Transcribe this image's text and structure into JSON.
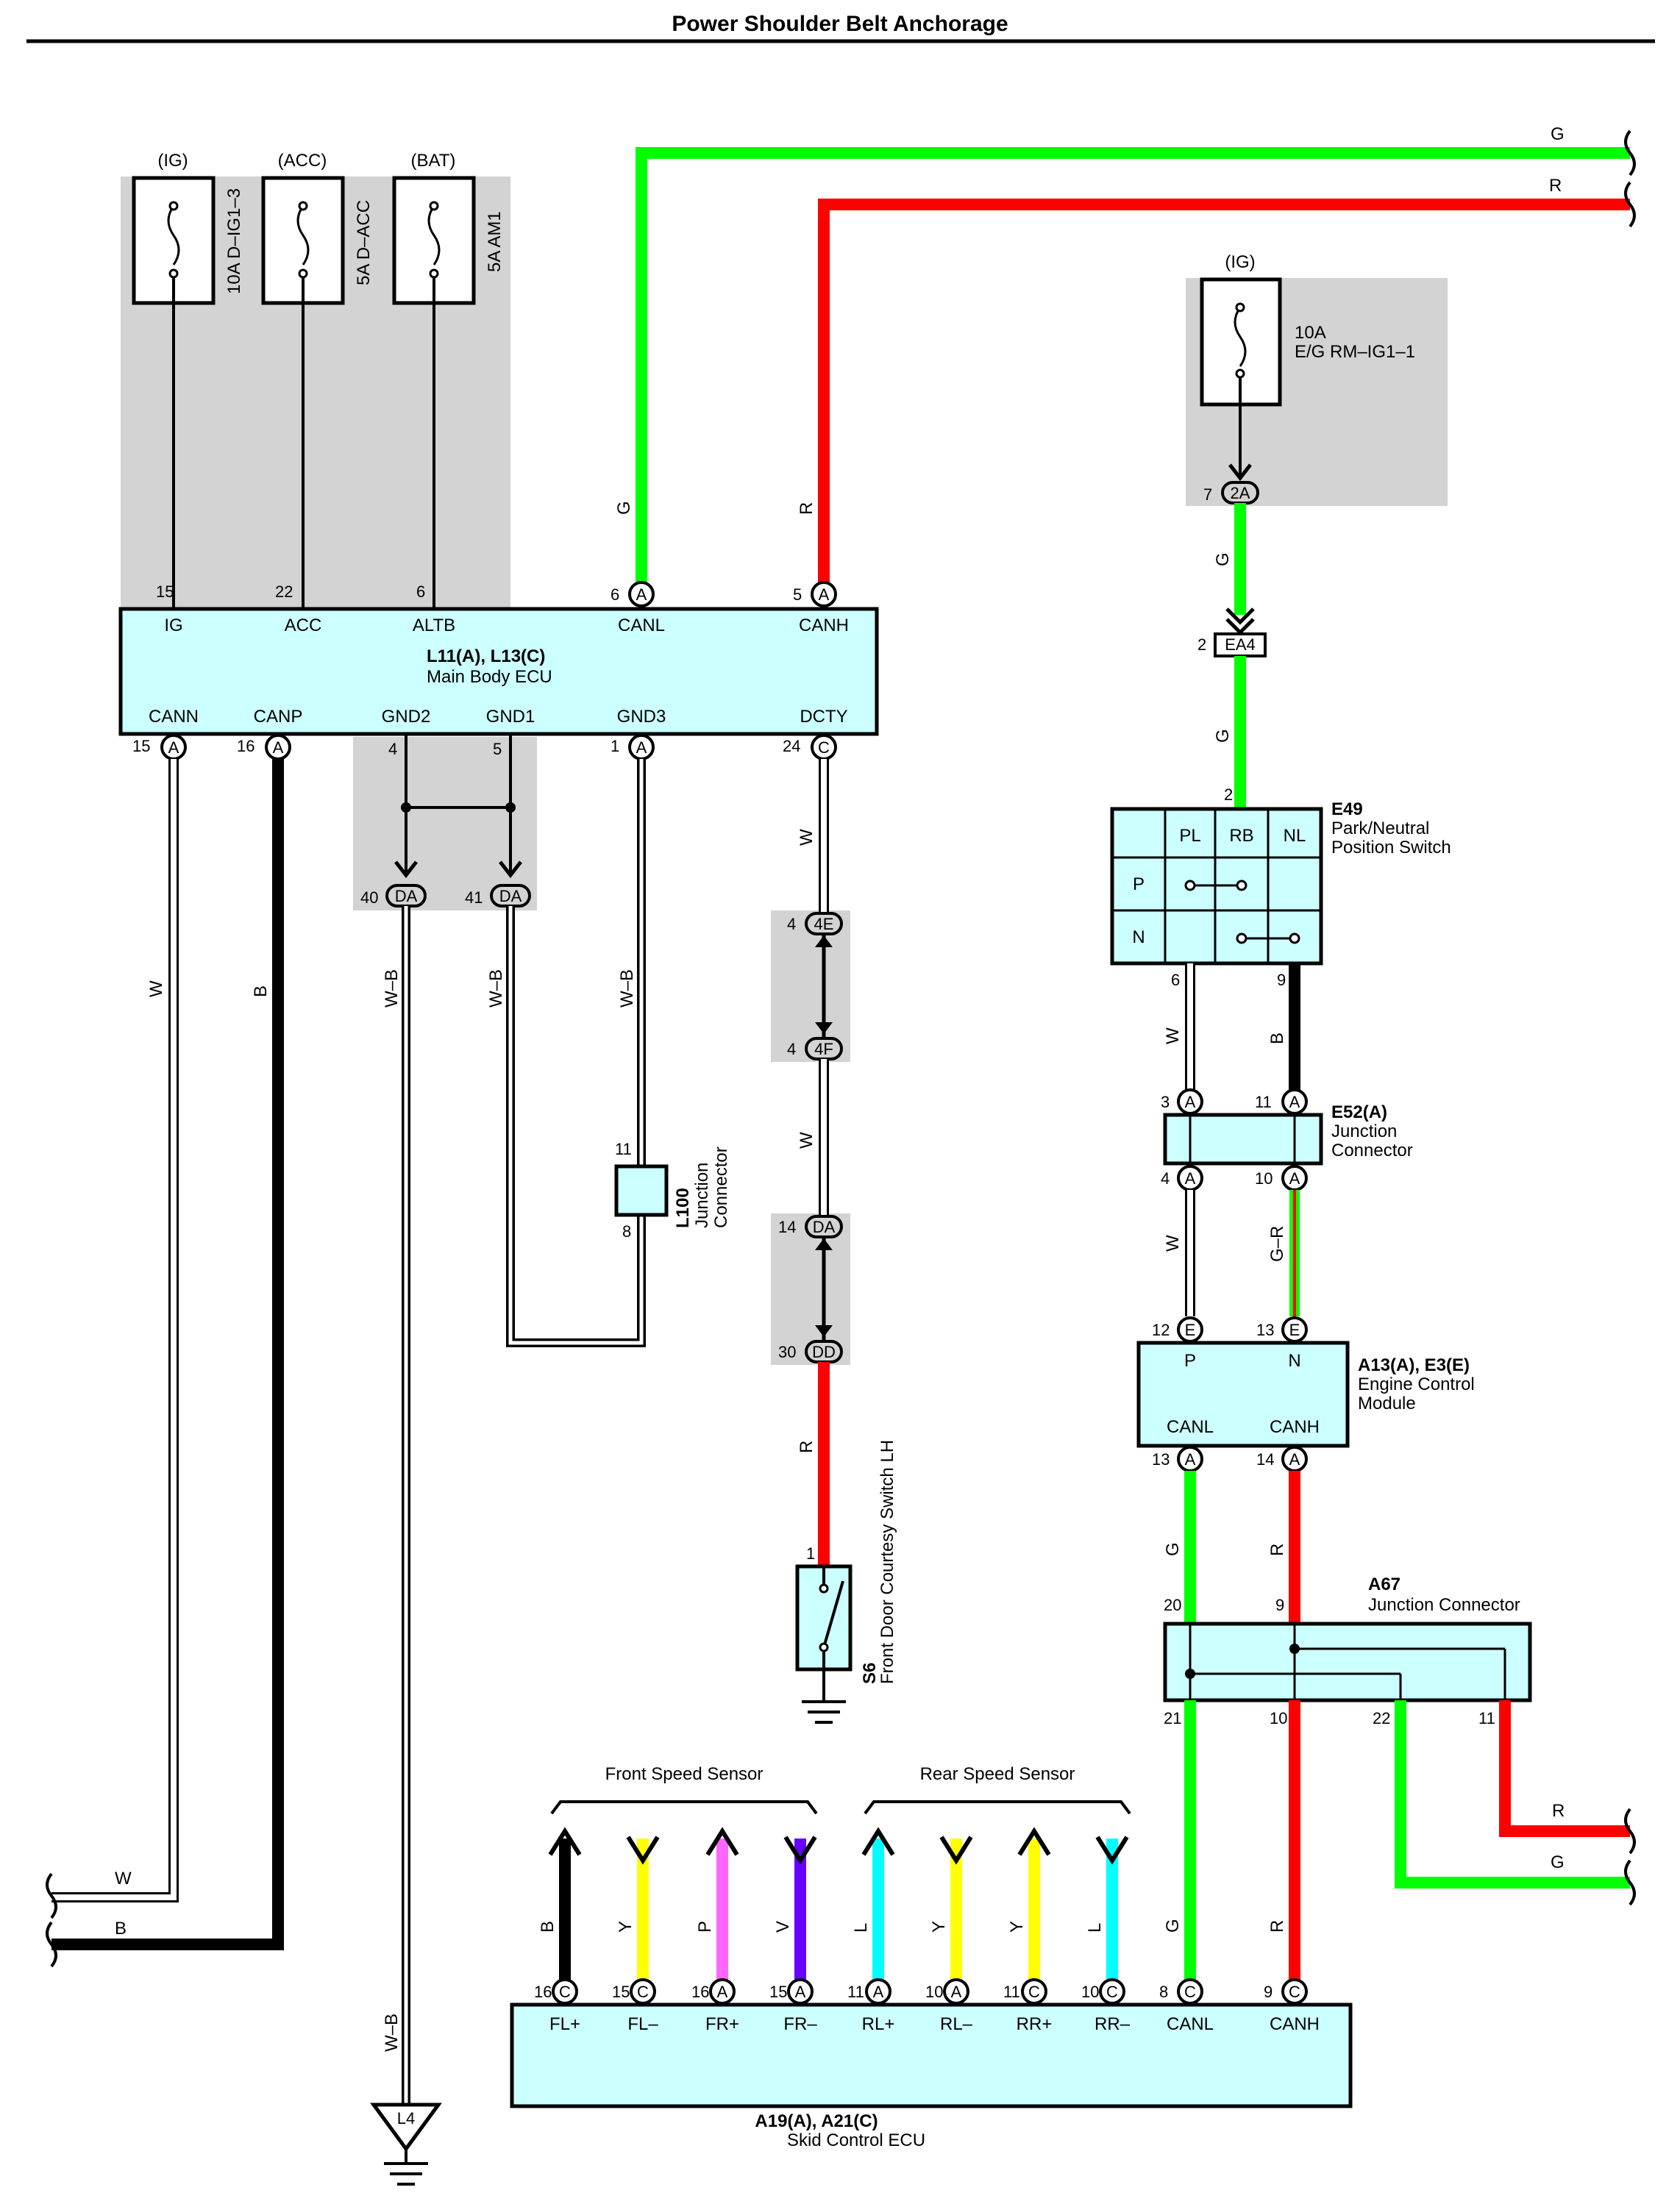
{
  "title": "Power Shoulder Belt Anchorage",
  "colors": {
    "G": "#00ff00",
    "R": "#ff0000",
    "B": "#000000",
    "Y": "#ffff00",
    "P": "#ff66ff",
    "V": "#6600ff",
    "L": "#00ffff",
    "component_fill": "#ccffff",
    "shade": "#d3d3d3"
  },
  "fuses": {
    "ig": {
      "header": "(IG)",
      "label": "10A D–IG1–3",
      "pin": "15"
    },
    "acc": {
      "header": "(ACC)",
      "label": "5A D–ACC",
      "pin": "22"
    },
    "bat": {
      "header": "(BAT)",
      "label": "5A AM1",
      "pin": "6"
    },
    "eg": {
      "header": "(IG)",
      "label_line1": "10A",
      "label_line2": "E/G RM–IG1–1"
    }
  },
  "main_body_ecu": {
    "code": "L11(A), L13(C)",
    "name": "Main Body ECU",
    "top_terminals": [
      {
        "label": "IG",
        "pin": "15"
      },
      {
        "label": "ACC",
        "pin": "22"
      },
      {
        "label": "ALTB",
        "pin": "6"
      },
      {
        "label": "CANL",
        "pin": "6",
        "conn": "A"
      },
      {
        "label": "CANH",
        "pin": "5",
        "conn": "A"
      }
    ],
    "bottom_terminals": [
      {
        "label": "CANN",
        "pin": "15",
        "conn": "A"
      },
      {
        "label": "CANP",
        "pin": "16",
        "conn": "A"
      },
      {
        "label": "GND2",
        "pin": "4"
      },
      {
        "label": "GND1",
        "pin": "5"
      },
      {
        "label": "GND3",
        "pin": "1",
        "conn": "A"
      },
      {
        "label": "DCTY",
        "pin": "24",
        "conn": "C"
      }
    ]
  },
  "wires": {
    "W": "W",
    "B": "B",
    "WB": "W–B",
    "G": "G",
    "R": "R",
    "GR": "G–R",
    "Y": "Y",
    "P": "P",
    "V": "V",
    "L": "L"
  },
  "connectors": {
    "da40": {
      "pin": "40",
      "conn": "DA"
    },
    "da41": {
      "pin": "41",
      "conn": "DA"
    },
    "e4": {
      "pin": "4",
      "conn": "4E"
    },
    "f4": {
      "pin": "4",
      "conn": "4F"
    },
    "da14": {
      "pin": "14",
      "conn": "DA"
    },
    "dd30": {
      "pin": "30",
      "conn": "DD"
    },
    "c2a": {
      "pin": "7",
      "conn": "2A"
    },
    "ea4": {
      "pin": "2",
      "conn": "EA4"
    },
    "ground_l4": "L4"
  },
  "l100": {
    "code": "L100",
    "name_line1": "Junction",
    "name_line2": "Connector",
    "pin_top": "11",
    "pin_bottom": "8"
  },
  "s6": {
    "code": "S6",
    "name": "Front Door Courtesy Switch LH",
    "pin": "1"
  },
  "e49": {
    "code": "E49",
    "name_line1": "Park/Neutral",
    "name_line2": "Position Switch",
    "cols": [
      "PL",
      "RB",
      "NL"
    ],
    "rows": [
      "P",
      "N"
    ],
    "pin_top": "2",
    "pin_left": "6",
    "pin_right": "9"
  },
  "e52": {
    "code": "E52(A)",
    "name_line1": "Junction",
    "name_line2": "Connector",
    "pins": {
      "tl": "3",
      "tr": "11",
      "bl": "4",
      "br": "10"
    },
    "conn": "A"
  },
  "ecm": {
    "code": "A13(A), E3(E)",
    "name_line1": "Engine Control",
    "name_line2": "Module",
    "top": [
      {
        "label": "P",
        "pin": "12",
        "conn": "E"
      },
      {
        "label": "N",
        "pin": "13",
        "conn": "E"
      }
    ],
    "bottom": [
      {
        "label": "CANL",
        "pin": "13",
        "conn": "A"
      },
      {
        "label": "CANH",
        "pin": "14",
        "conn": "A"
      }
    ]
  },
  "a67": {
    "code": "A67",
    "name": "Junction Connector",
    "pin_top_left": "20",
    "pin_top_right": "9",
    "pin_b1": "21",
    "pin_b2": "10",
    "pin_b3": "22",
    "pin_b4": "11"
  },
  "speed_sensors": {
    "front": "Front Speed Sensor",
    "rear": "Rear Speed Sensor"
  },
  "skid_ecu": {
    "code": "A19(A), A21(C)",
    "name": "Skid Control ECU",
    "terminals": [
      {
        "label": "FL+",
        "pin": "16",
        "conn": "C",
        "wire": "B"
      },
      {
        "label": "FL–",
        "pin": "15",
        "conn": "C",
        "wire": "Y"
      },
      {
        "label": "FR+",
        "pin": "16",
        "conn": "A",
        "wire": "P"
      },
      {
        "label": "FR–",
        "pin": "15",
        "conn": "A",
        "wire": "V"
      },
      {
        "label": "RL+",
        "pin": "11",
        "conn": "A",
        "wire": "L"
      },
      {
        "label": "RL–",
        "pin": "10",
        "conn": "A",
        "wire": "Y"
      },
      {
        "label": "RR+",
        "pin": "11",
        "conn": "C",
        "wire": "Y"
      },
      {
        "label": "RR–",
        "pin": "10",
        "conn": "C",
        "wire": "L"
      },
      {
        "label": "CANL",
        "pin": "8",
        "conn": "C",
        "wire": "G"
      },
      {
        "label": "CANH",
        "pin": "9",
        "conn": "C",
        "wire": "R"
      }
    ]
  },
  "off_page": {
    "g_top": "G",
    "r_top": "R",
    "w_left": "W",
    "b_left": "B",
    "r_right": "R",
    "g_right": "G"
  }
}
